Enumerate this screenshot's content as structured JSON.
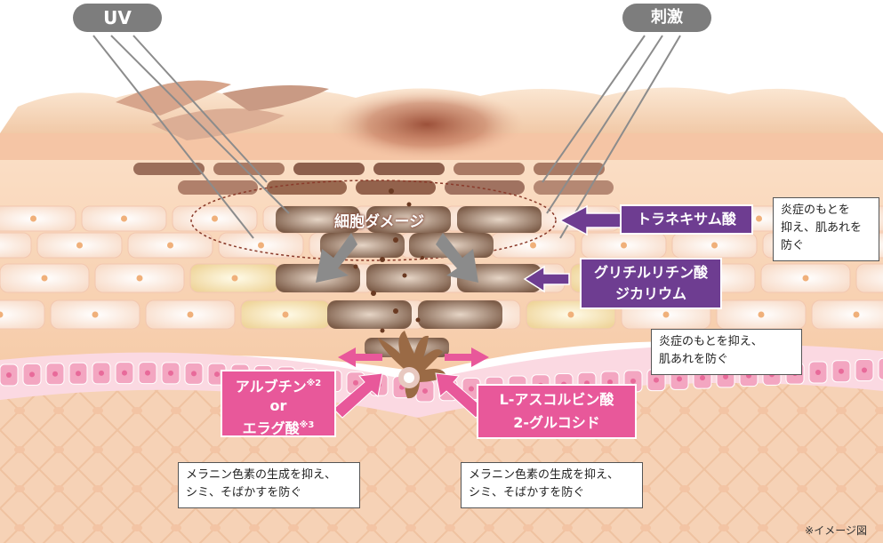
{
  "labels": {
    "uv": "UV",
    "stimulus": "刺激",
    "cell_damage": "細胞ダメージ",
    "footnote": "※イメージ図"
  },
  "purple_boxes": {
    "tranexamic": "トラネキサム酸",
    "glycyrrhizinate_line1": "グリチルリチン酸",
    "glycyrrhizinate_line2": "ジカリウム"
  },
  "pink_boxes": {
    "arbutin_line1": "アルブチン",
    "arbutin_sup": "※2",
    "arbutin_line2": "or",
    "arbutin_line3": "エラグ酸",
    "arbutin_sup2": "※3",
    "ascorbyl_line1": "L-アスコルビン酸",
    "ascorbyl_line2": "2-グルコシド"
  },
  "notes": {
    "tranexamic_l1": "炎症のもとを",
    "tranexamic_l2": "抑え、肌あれを",
    "tranexamic_l3": "防ぐ",
    "glycyrrhizinate_l1": "炎症のもとを抑え、",
    "glycyrrhizinate_l2": "肌あれを防ぐ",
    "arbutin_l1": "メラニン色素の生成を抑え、",
    "arbutin_l2": "シミ、そばかすを防ぐ",
    "ascorbyl_l1": "メラニン色素の生成を抑え、",
    "ascorbyl_l2": "シミ、そばかすを防ぐ"
  },
  "colors": {
    "purple": "#6e3d91",
    "pink": "#e8589a",
    "gray_pill": "#7d7d7d",
    "skin_light": "#fbe3cf",
    "skin_cell": "#fdeee4",
    "damaged_cell": "#8a6a55",
    "melanocyte": "#9a6a45"
  }
}
